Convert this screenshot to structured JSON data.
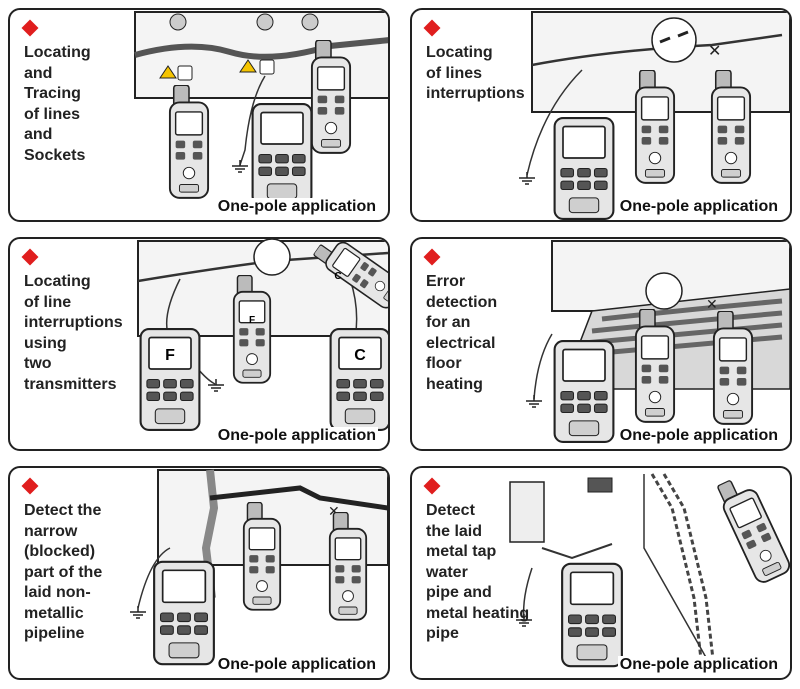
{
  "accent_color": "#e01e1e",
  "panels": [
    {
      "text": "Locating\nand\nTracing\nof lines\nand\nSockets",
      "footer": "One-pole application"
    },
    {
      "text": "Locating\nof lines\ninterruptions",
      "footer": "One-pole application"
    },
    {
      "text": "Locating\nof line\ninterruptions\nusing\ntwo\ntransmitters",
      "footer": "One-pole application",
      "labels": [
        "F",
        "F",
        "C",
        "C"
      ]
    },
    {
      "text": "Error\ndetection\nfor an\nelectrical\nfloor\nheating",
      "footer": "One-pole application"
    },
    {
      "text": "Detect the\nnarrow\n(blocked)\npart of the\nlaid non-\nmetallic\npipeline",
      "footer": "One-pole application"
    },
    {
      "text": "Detect\nthe laid\nmetal tap\nwater\npipe and\nmetal heating\npipe",
      "footer": "One-pole application"
    }
  ]
}
